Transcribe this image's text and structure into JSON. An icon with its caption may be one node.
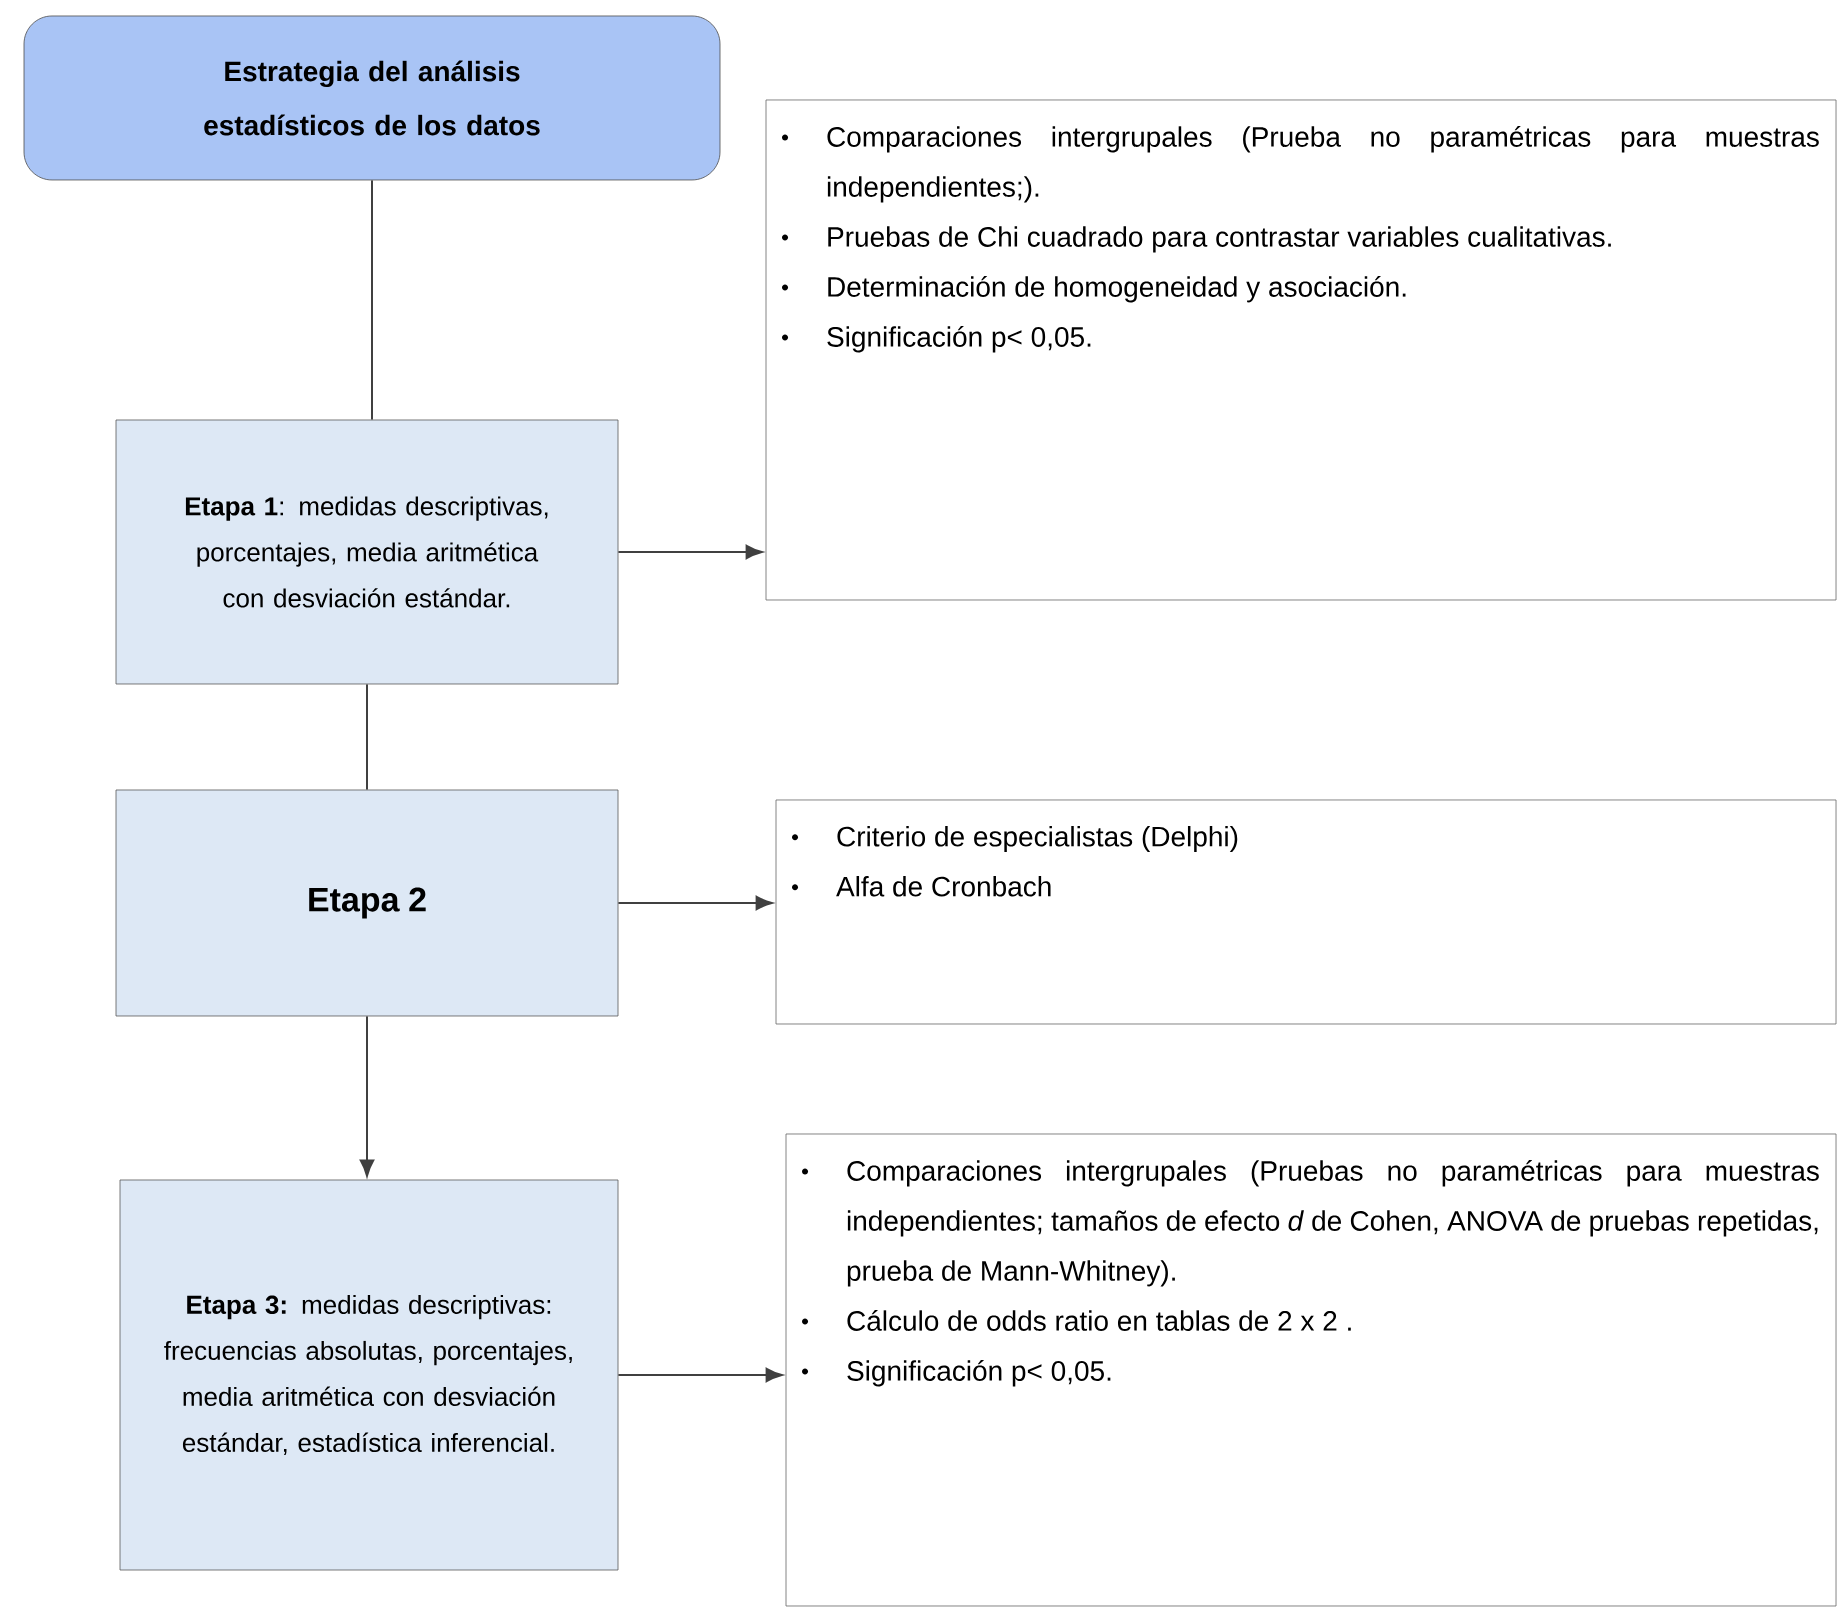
{
  "diagram": {
    "nodes": [
      {
        "text": [
          "Estrategia del análisis estadísticos de los datos"
        ]
      },
      {
        "text": [
          "**Etapa 1**: medidas descriptivas, porcentajes, media aritmética con desviación estándar."
        ]
      },
      {
        "text": [
          "Comparaciones intergrupales (Prueba no paramétricas para muestras independientes;).",
          "Pruebas de Chi cuadrado para contrastar variables cualitativas.",
          "Determinación de homogeneidad  y asociación.",
          "Significación p< 0,05."
        ]
      },
      {
        "text": [
          "Etapa  2"
        ]
      },
      {
        "text": [
          "Criterio de especialistas (Delphi)",
          "Alfa de Cronbach"
        ]
      },
      {
        "text": [
          "**Etapa 3:** medidas descriptivas: frecuencias absolutas, porcentajes, media aritmética con desviación estándar, estadística inferencial."
        ]
      },
      {
        "text": [
          "Comparaciones intergrupales (Pruebas no paramétricas para muestras independientes; tamaños de efecto *d* de Cohen, ANOVA de pruebas repetidas, prueba de Mann-Whitney).",
          "Cálculo de odds ratio en tablas de 2 x 2 .",
          "Significación p< 0,05."
        ]
      }
    ],
    "edges": [
      {
        "from": 0,
        "to": 1,
        "arrow": "none"
      },
      {
        "from": 1,
        "to": 2,
        "arrow": "to"
      },
      {
        "from": 1,
        "to": 3,
        "arrow": "none"
      },
      {
        "from": 3,
        "to": 4,
        "arrow": "to"
      },
      {
        "from": 3,
        "to": 5,
        "arrow": "to"
      },
      {
        "from": 5,
        "to": 6,
        "arrow": "to"
      }
    ]
  }
}
